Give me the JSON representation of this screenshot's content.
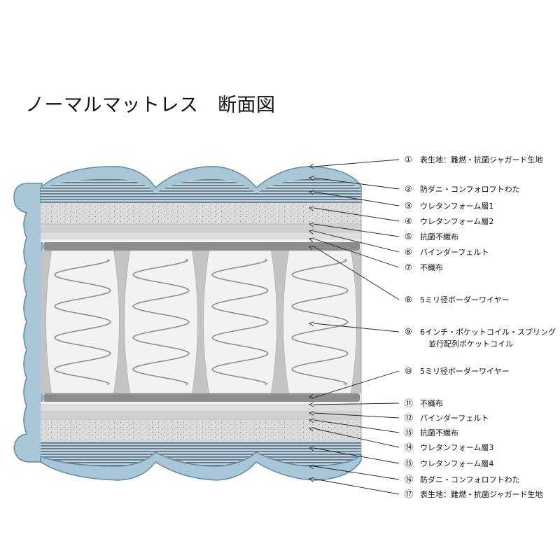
{
  "title": "ノーマルマットレス　断面図",
  "colors": {
    "cover": "#a8c6d6",
    "cover_stroke": "#5f8aa3",
    "quilt": "#6c8b9c",
    "urethane": "#dedede",
    "nonwoven": "#c9c9c9",
    "felt": "#d3d3d3",
    "wire": "#8c8c8c",
    "pocket": "#bdbdbd",
    "coil": "#9a9a9a",
    "arrow": "#222222"
  },
  "labels": [
    {
      "num": "①",
      "lines": [
        "表生地：難燃・抗菌ジャガード生地"
      ]
    },
    {
      "num": "②",
      "lines": [
        "防ダニ・コンフォロフトわた"
      ]
    },
    {
      "num": "③",
      "lines": [
        "ウレタンフォーム層1"
      ]
    },
    {
      "num": "④",
      "lines": [
        "ウレタンフォーム層2"
      ]
    },
    {
      "num": "⑤",
      "lines": [
        "抗菌不織布"
      ]
    },
    {
      "num": "⑥",
      "lines": [
        "バインダーフェルト"
      ]
    },
    {
      "num": "⑦",
      "lines": [
        "不織布"
      ]
    },
    {
      "num": "⑧",
      "lines": [
        "5ミリ径ボーダーワイヤー"
      ]
    },
    {
      "num": "⑨",
      "lines": [
        "6インチ・ポケットコイル・スプリング",
        "並行配列ポケットコイル"
      ]
    },
    {
      "num": "⑩",
      "lines": [
        "5ミリ径ボーダーワイヤー"
      ]
    },
    {
      "num": "⑪",
      "lines": [
        "不織布"
      ]
    },
    {
      "num": "⑫",
      "lines": [
        "バインダーフェルト"
      ]
    },
    {
      "num": "⑮",
      "lines": [
        "抗菌不織布"
      ]
    },
    {
      "num": "⑭",
      "lines": [
        "ウレタンフォーム層3"
      ]
    },
    {
      "num": "⑮",
      "lines": [
        "ウレタンフォーム層4"
      ]
    },
    {
      "num": "⑯",
      "lines": [
        "防ダニ・コンフォロフトわた"
      ]
    },
    {
      "num": "⑰",
      "lines": [
        "表生地：難燃・抗菌ジャガード生地"
      ]
    }
  ]
}
